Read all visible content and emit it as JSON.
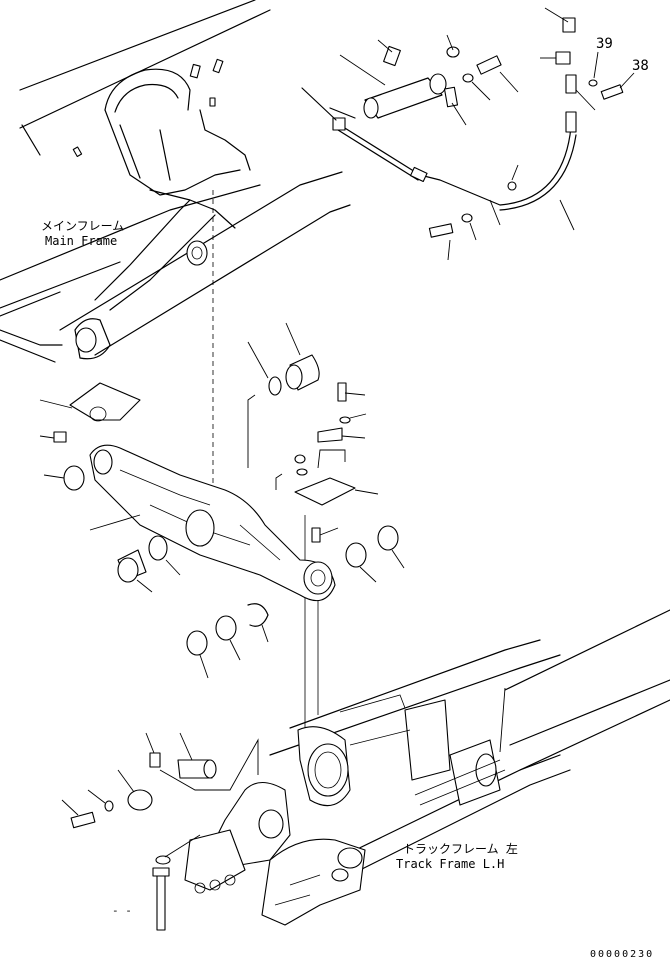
{
  "labels": {
    "main_frame_jp": "メインフレーム",
    "main_frame_en": "Main Frame",
    "track_frame_jp": "トラックフレーム 左",
    "track_frame_en": "Track Frame L.H",
    "item_39": "39",
    "item_38": "38",
    "small_mark": "- -",
    "drawing_number": "00000230"
  }
}
